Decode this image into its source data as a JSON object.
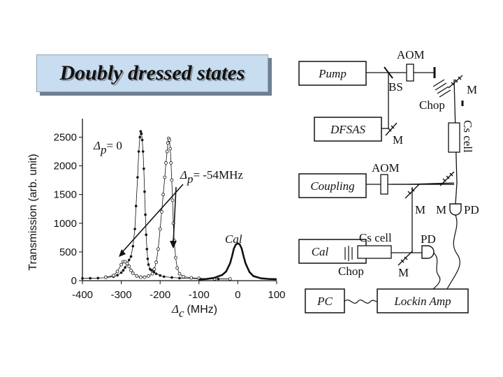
{
  "title": "Doubly dressed states",
  "chart_data": {
    "type": "scatter",
    "xlabel_symbol": "Δ",
    "xlabel_sub": "c",
    "xlabel_unit": "(MHz)",
    "ylabel": "Transmission (arb. unit)",
    "xlim": [
      -400,
      100
    ],
    "ylim": [
      0,
      2700
    ],
    "xticks": [
      "-400",
      "-300",
      "-200",
      "-100",
      "0",
      "100"
    ],
    "yticks": [
      "0",
      "500",
      "1000",
      "1500",
      "2000",
      "2500"
    ],
    "xtick_values": [
      -400,
      -300,
      -200,
      -100,
      0,
      100
    ],
    "ytick_values": [
      0,
      500,
      1000,
      1500,
      2000,
      2500
    ],
    "series": [
      {
        "marker": "filled",
        "x": [
          -400,
          -380,
          -360,
          -340,
          -320,
          -310,
          -300,
          -295,
          -290,
          -285,
          -280,
          -275,
          -270,
          -265,
          -262,
          -258,
          -255,
          -252,
          -250,
          -248,
          -246,
          -244,
          -242,
          -240,
          -238,
          -236,
          -234,
          -232,
          -230,
          -226,
          -222,
          -216,
          -210,
          -200,
          -190,
          -170,
          -150,
          -100,
          -50,
          -20
        ],
        "y": [
          40,
          42,
          45,
          52,
          70,
          95,
          140,
          180,
          230,
          300,
          360,
          420,
          600,
          900,
          1300,
          1800,
          2250,
          2500,
          2600,
          2560,
          2450,
          2250,
          1950,
          1550,
          1150,
          800,
          550,
          380,
          280,
          200,
          180,
          150,
          120,
          90,
          70,
          55,
          45,
          35,
          30,
          30
        ]
      },
      {
        "marker": "open",
        "x": [
          -340,
          -320,
          -310,
          -300,
          -295,
          -290,
          -285,
          -280,
          -275,
          -270,
          -260,
          -250,
          -240,
          -230,
          -220,
          -215,
          -210,
          -205,
          -200,
          -196,
          -192,
          -188,
          -185,
          -182,
          -180,
          -178,
          -176,
          -174,
          -172,
          -170,
          -168,
          -166,
          -164,
          -160,
          -156,
          -150,
          -140,
          -120,
          -100,
          -60,
          -20
        ],
        "y": [
          60,
          90,
          160,
          280,
          330,
          330,
          300,
          250,
          180,
          130,
          80,
          60,
          60,
          80,
          120,
          200,
          320,
          550,
          900,
          1200,
          1500,
          1800,
          2050,
          2250,
          2400,
          2480,
          2450,
          2300,
          2050,
          1750,
          1400,
          1000,
          700,
          400,
          220,
          120,
          70,
          50,
          40,
          30,
          30
        ]
      },
      {
        "marker": "line",
        "x": [
          -100,
          -80,
          -60,
          -40,
          -30,
          -20,
          -15,
          -10,
          -5,
          0,
          5,
          10,
          15,
          20,
          30,
          40,
          60,
          80,
          100
        ],
        "y": [
          20,
          30,
          50,
          100,
          160,
          300,
          420,
          560,
          630,
          650,
          630,
          560,
          420,
          300,
          150,
          80,
          40,
          30,
          25
        ]
      }
    ],
    "annotations": {
      "dp0_symbol": "Δ",
      "dp0_sub": "p",
      "dp0_text": "= 0",
      "dp54_symbol": "Δ",
      "dp54_sub": "p",
      "dp54_text": "= -54MHz",
      "cal": "Cal"
    }
  },
  "setup": {
    "pump": "Pump",
    "dfsas": "DFSAS",
    "coupling": "Coupling",
    "cal": "Cal",
    "pc": "PC",
    "lockin": "Lockin Amp",
    "aom_top": "AOM",
    "aom_mid": "AOM",
    "bs": "BS",
    "m_top": "M",
    "chop_top": "Chop",
    "cs_cell_vertical": "Cs cell",
    "m_dfsas": "M",
    "m_coupling": "M",
    "m_right": "M",
    "pd_right": "PD",
    "cs_cell_bottom": "Cs cell",
    "pd_bottom": "PD",
    "chop_bottom": "Chop",
    "m_bottom": "M"
  }
}
